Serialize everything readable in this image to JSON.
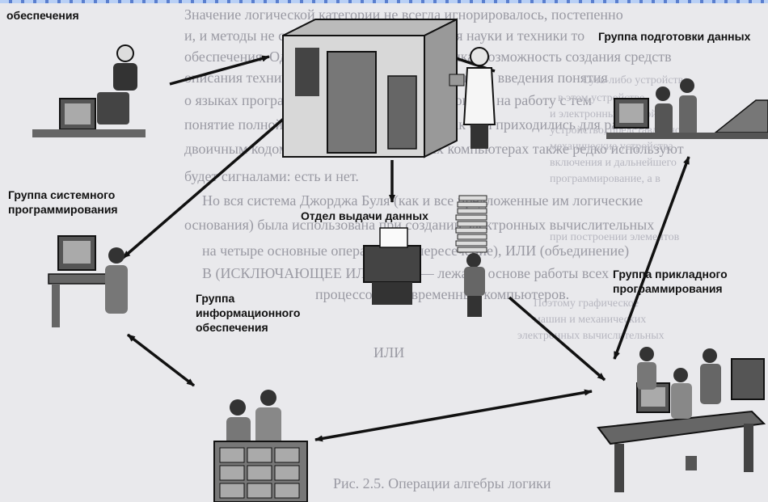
{
  "labels": {
    "top_left": "обеспечения",
    "data_prep": "Группа подготовки данных",
    "sys_prog_line1": "Группа системного",
    "sys_prog_line2": "программирования",
    "output_dept": "Отдел выдачи данных",
    "app_prog_line1": "Группа прикладного",
    "app_prog_line2": "программирования",
    "info_line1": "Группа",
    "info_line2": "информационного",
    "info_line3": "обеспечения"
  },
  "background_text": [
    "Значение логической категории не всегда игнорировалось, постепенно",
    "и, и методы не содержались, в частности для науки и техники то",
    "обеспечения. Однако, когда появилась техника, возможность создания средств",
    "описания техники на электронных схемах машин, введения понятия",
    "о языках программирования. Они ориентированы на работу с тем",
    "понятие полной и всех. Нетрудно понять, как они приходились для работы",
    "двоичным кодом, который в современных компьютерах также редко используют",
    "будет сигналами: есть и нет.",
    "Но вся система Джорджа Буля (как и все предложенные им логические",
    "основания) была использована при создании электронных вычислительных",
    "на четыре основные операции: И (пересечение), ИЛИ (объединение)",
    "В (ИСКЛЮЧАЮЩЕЕ ИЛИ) и НЕ — лежат в основе работы всех",
    "процессоров современных компьютеров.",
    "ИЛИ",
    "Рис. 2.5. Операции алгебры логики"
  ],
  "right_column_text": [
    "Суть-либо устройство",
    "в этом устройстве",
    "и электронных устройств",
    "устройство, представленное",
    "механические устройства",
    "включения и дальнейшего",
    "программирование, а в",
    "при построении элементов",
    "Поэтому графическое",
    "машин и механических",
    "электронных вычислительных"
  ]
}
